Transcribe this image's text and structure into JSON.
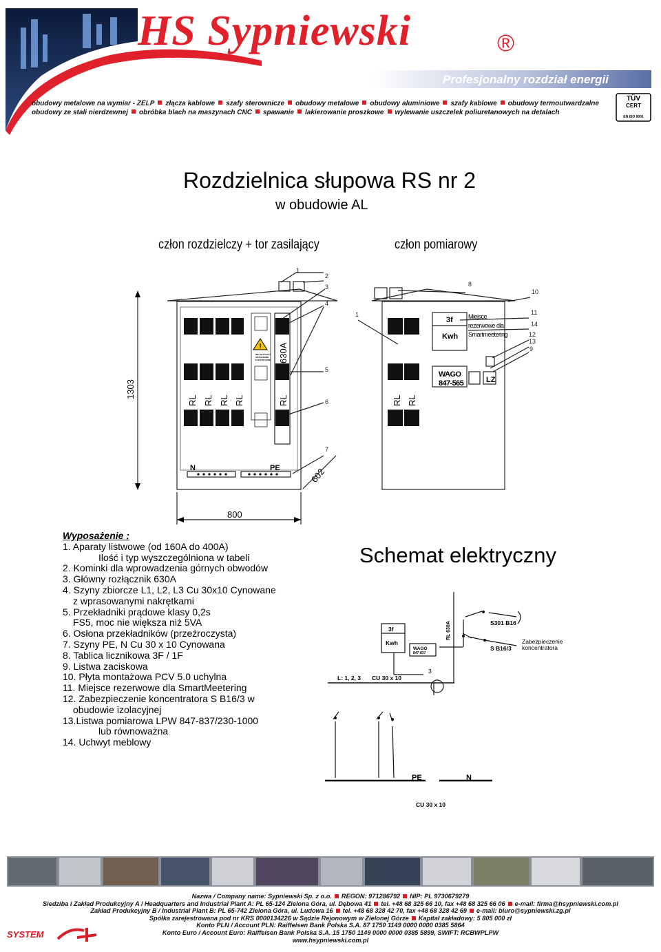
{
  "header": {
    "logo": "HS Sypniewski",
    "registered": "®",
    "tagline": "Profesjonalny rozdział energii",
    "services_row1": [
      "obudowy metalowe na wymiar - ZELP",
      "złącza kablowe",
      "szafy sterownicze",
      "obudowy metalowe",
      "obudowy aluminiowe",
      "szafy kablowe",
      "obudowy termoutwardzalne"
    ],
    "services_row2": [
      "obudowy ze stali nierdzewnej",
      "obróbka blach na maszynach CNC",
      "spawanie",
      "lakierowanie proszkowe",
      "wylewanie uszczelek poliuretanowych na detalach"
    ],
    "cert_line1": "TÜV",
    "cert_line2": "CERT",
    "cert_line3": "EN ISO 9001"
  },
  "title": "Rozdzielnica słupowa RS nr 2",
  "subtitle": "w obudowie AL",
  "section_left": "człon rozdzielczy + tor zasilający",
  "section_right": "człon pomiarowy",
  "drawing": {
    "height_dim": "1303",
    "width_dim": "800",
    "depth_dim": "602",
    "rl": "RL",
    "main_switch": "630A",
    "bus_n": "N",
    "bus_pe": "PE",
    "meter_3f": "3f",
    "meter_kwh": "Kwh",
    "reserve_1": "Miejsce",
    "reserve_2": "rezerwowe dla",
    "reserve_3": "Smartmeetering",
    "wago_1": "WAGO",
    "wago_2": "847-565",
    "lz": "LZ",
    "warning_1": "NIE DOTYKAĆ!",
    "warning_2": "URZĄDZENIE",
    "warning_3": "ELEKTRYCZNE",
    "callouts_left": [
      "1",
      "2",
      "3",
      "4",
      "5",
      "6",
      "7"
    ],
    "callouts_right": [
      "8",
      "10",
      "1",
      "11",
      "14",
      "12",
      "13",
      "9"
    ]
  },
  "equipment": {
    "title": "Wyposażenie :",
    "lines": [
      {
        "text": "1. Aparaty listwowe (od 160A do 400A)",
        "indent": 0
      },
      {
        "text": "Ilość i typ wyszczególniona w tabeli",
        "indent": 2
      },
      {
        "text": "2. Kominki dla wprowadzenia górnych obwodów",
        "indent": 0
      },
      {
        "text": "3. Główny rozłącznik 630A",
        "indent": 0
      },
      {
        "text": "4. Szyny zbiorcze L1, L2, L3 Cu 30x10 Cynowane",
        "indent": 0
      },
      {
        "text": "z wprasowanymi nakrętkami",
        "indent": 1
      },
      {
        "text": "5. Przekładniki prądowe klasy 0,2s",
        "indent": 0
      },
      {
        "text": "FS5, moc nie większa niż 5VA",
        "indent": 1
      },
      {
        "text": "6. Osłona przekładników (przeźroczysta)",
        "indent": 0
      },
      {
        "text": "7. Szyny PE, N Cu 30 x 10 Cynowana",
        "indent": 0
      },
      {
        "text": "8. Tablica licznikowa 3F / 1F",
        "indent": 0
      },
      {
        "text": "9. Listwa zaciskowa",
        "indent": 0
      },
      {
        "text": "10. Płyta montażowa PCV 5.0 uchylna",
        "indent": 0
      },
      {
        "text": "11. Miejsce rezerwowe dla SmartMeetering",
        "indent": 0
      },
      {
        "text": "12. Zabezpieczenie koncentratora S B16/3 w",
        "indent": 0
      },
      {
        "text": "obudowie izolacyjnej",
        "indent": 1
      },
      {
        "text": "13.Listwa pomiarowa LPW 847-837/230-1000",
        "indent": 0
      },
      {
        "text": "lub równoważna",
        "indent": 2
      },
      {
        "text": "14. Uchwyt meblowy",
        "indent": 0
      }
    ]
  },
  "schematic": {
    "title": "Schemat elektryczny",
    "busbar": "L: 1, 2, 3",
    "busbar_cu": "CU 30 x 10",
    "meter_3f": "3f",
    "meter_kwh": "Kwh",
    "wago_1": "WAGO",
    "wago_2": "847-837",
    "rl": "RL 630A",
    "s301": "S301 B16",
    "sb16": "S B16/3",
    "prot_1": "Zabezpieczenie",
    "prot_2": "koncentratora",
    "ct_label": "3",
    "pe": "PE",
    "n": "N",
    "bottom_cu": "CU 30 x 10"
  },
  "footer": {
    "company": "Nazwa / Company name: Sypniewski Sp. z o.o.",
    "regon": "REGON: 971286792",
    "nip": "NIP: PL 9730679279",
    "line2": "Siedziba i Zakład Produkcyjny A / Headquarters and Industrial Plant A: PL 65-124 Zielona Góra, ul. Dębowa 41",
    "line2_tel": "tel. +48 68 325 66 10, fax +48 68 325 66 06",
    "line2_mail": "e-mail: firma@hsypniewski.com.pl",
    "line3": "Zakład Produkcyjny B / Industrial Plant B: PL 65-742 Zielona Góra, ul. Ludowa 16",
    "line3_tel": "tel. +48 68 328 42 70, fax +48 68 328 42 69",
    "line3_mail": "e-mail: biuro@sypniewski.zg.pl",
    "line4": "Spółka zarejestrowana pod nr KRS 0000134226 w Sądzie Rejonowym w Zielonej Górze",
    "line4_cap": "Kapitał zakładowy: 5 805 000 zł",
    "line5": "Konto PLN / Account PLN: Raiffeisen Bank Polska S.A. 87 1750 1149 0000 0000 0385 5864",
    "line6": "Konto Euro / Account Euro: Raiffeisen Bank Polska S.A. 15 1750 1149 0000 0000 0385 5899, SWIFT: RCBWPLPW",
    "line7": "www.hsypniewski.com.pl",
    "system_logo": "SYSTEM"
  }
}
